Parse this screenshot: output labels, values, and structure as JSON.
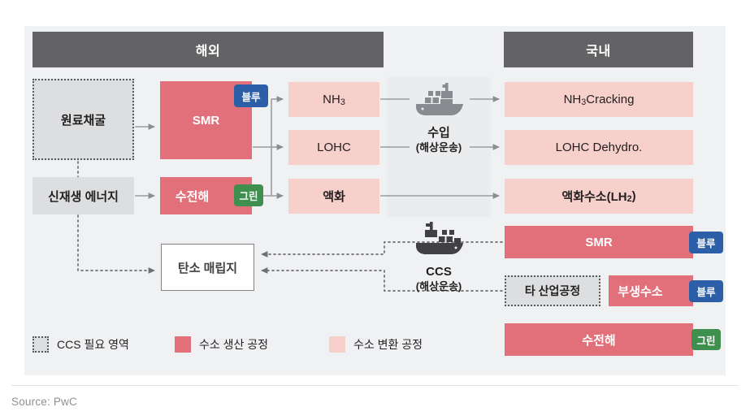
{
  "source_note": "Source: PwC",
  "headers": {
    "overseas": "해외",
    "domestic": "국내"
  },
  "colors": {
    "header_bar": "#636366",
    "production": "#e2707a",
    "conversion": "#f7cfcb",
    "source_gray": "#dddee0",
    "badge_blue": "#2c5fa8",
    "badge_green": "#3f8f4f",
    "canvas": "#f0f1f3",
    "mid_band": "#ebecee",
    "arrow_gray": "#929497",
    "ship_import": "#8a8b90",
    "ship_ccs": "#414042"
  },
  "badges": {
    "blue": "블루",
    "green": "그린"
  },
  "overseas": {
    "feedstock": "원료채굴",
    "renewable": "신재생 에너지",
    "smr": "SMR",
    "electrolysis": "수전해",
    "conversion": [
      {
        "label": "NH",
        "sub": "3"
      },
      {
        "label": "LOHC",
        "sub": ""
      },
      {
        "label": "액화",
        "sub": ""
      }
    ],
    "nh3_label": "NH",
    "nh3_sub": "3",
    "lohc_label": "LOHC",
    "liquefaction_label": "액화",
    "carbon_landfill": "탄소 매립지"
  },
  "transport": {
    "import_line1": "수입",
    "import_line2": "(해상운송)",
    "ccs_line1": "CCS",
    "ccs_line2": "(해상운송)",
    "import_icon": "cargo-ship-icon",
    "ccs_icon": "cargo-ship-icon"
  },
  "domestic": {
    "nh3_cracking_pre": "NH",
    "nh3_cracking_sub": "3",
    "nh3_cracking_post": " Cracking",
    "lohc_dehydro": "LOHC Dehydro.",
    "lh2_pre": "액화수소(LH",
    "lh2_sub": "2",
    "lh2_post": ")",
    "smr": "SMR",
    "other_process": "타 산업공정",
    "byproduct_hydrogen": "부생수소",
    "electrolysis": "수전해"
  },
  "legend": [
    {
      "swatch": "dashed-gray",
      "label": "CCS 필요 영역"
    },
    {
      "swatch": "solid-dark-pink",
      "label": "수소 생산 공정"
    },
    {
      "swatch": "solid-light-pink",
      "label": "수소 변환 공정"
    }
  ]
}
